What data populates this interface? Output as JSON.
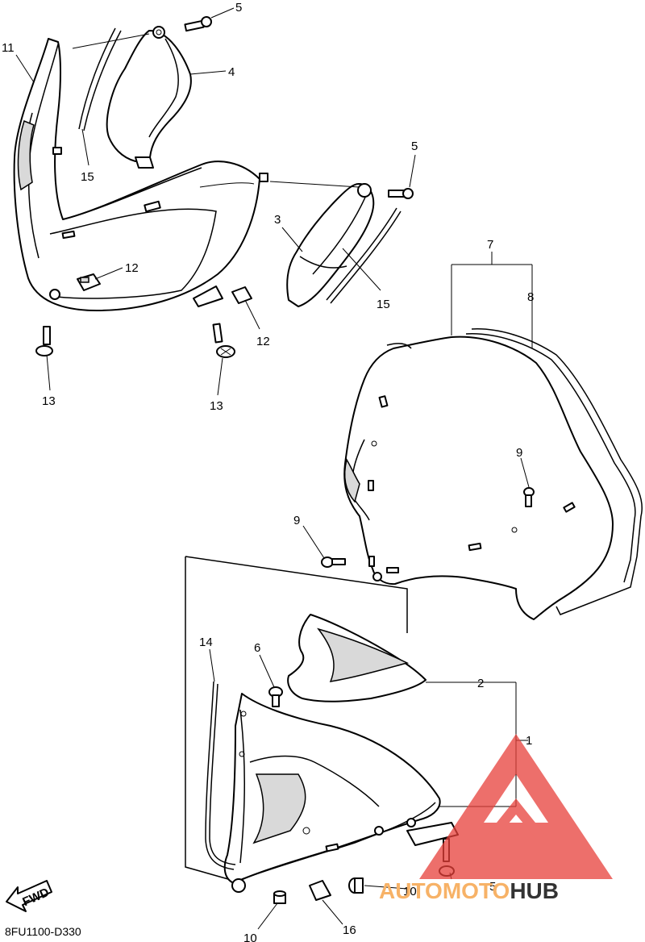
{
  "diagram": {
    "doc_code": "8FU1100-D330",
    "fwd_label": "FWD",
    "callouts": {
      "c1": "1",
      "c2": "2",
      "c3": "3",
      "c4": "4",
      "c5a": "5",
      "c5b": "5",
      "c5c": "5",
      "c6": "6",
      "c7": "7",
      "c8": "8",
      "c9a": "9",
      "c9b": "9",
      "c10a": "10",
      "c10b": "10",
      "c11": "11",
      "c12a": "12",
      "c12b": "12",
      "c13a": "13",
      "c13b": "13",
      "c14": "14",
      "c15a": "15",
      "c15b": "15",
      "c16": "16"
    }
  },
  "watermark": {
    "brand_orange": "AUTOMOTO",
    "brand_dark": "HUB",
    "color_orange": "#f7b267",
    "color_dark": "#333333",
    "logo_color": "#e8403a"
  }
}
